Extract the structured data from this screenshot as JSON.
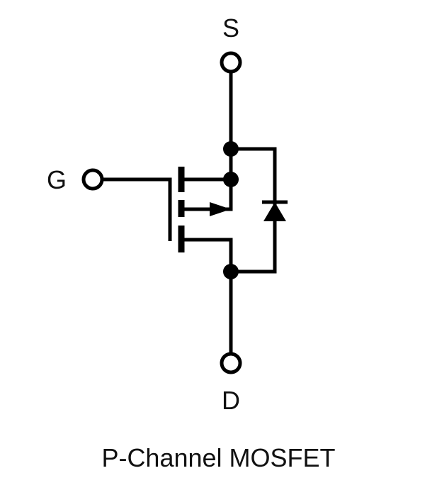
{
  "terminals": {
    "source": "S",
    "gate": "G",
    "drain": "D"
  },
  "caption": "P-Channel MOSFET",
  "colors": {
    "stroke": "#000000",
    "background": "#ffffff"
  }
}
